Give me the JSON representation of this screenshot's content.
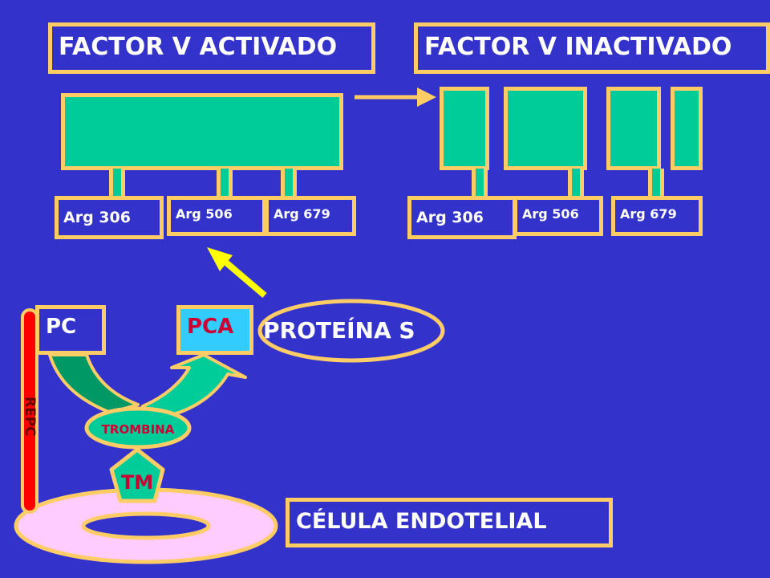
{
  "titles": {
    "activated": "FACTOR V ACTIVADO",
    "inactivated": "FACTOR V INACTIVADO"
  },
  "activated_sites": [
    "Arg 306",
    "Arg 506",
    "Arg 679"
  ],
  "inactivated_sites": [
    "Arg 306",
    "Arg 506",
    "Arg 679"
  ],
  "labels": {
    "pc": "PC",
    "pca": "PCA",
    "protein_s": "PROTEÍNA S",
    "thrombin": "TROMBINA",
    "tm": "TM",
    "epcr": "REPC",
    "endothelial_cell": "CÉLULA ENDOTELIAL"
  },
  "colors": {
    "background": "#3333cc",
    "border": "#ffcc66",
    "domain": "#00cc99",
    "arrow_yellow": "#ffff00",
    "pca_fill": "#33ccff",
    "label_red": "#cc0033",
    "receptor_red": "#ff0000",
    "cell_fill": "#ffccff"
  }
}
